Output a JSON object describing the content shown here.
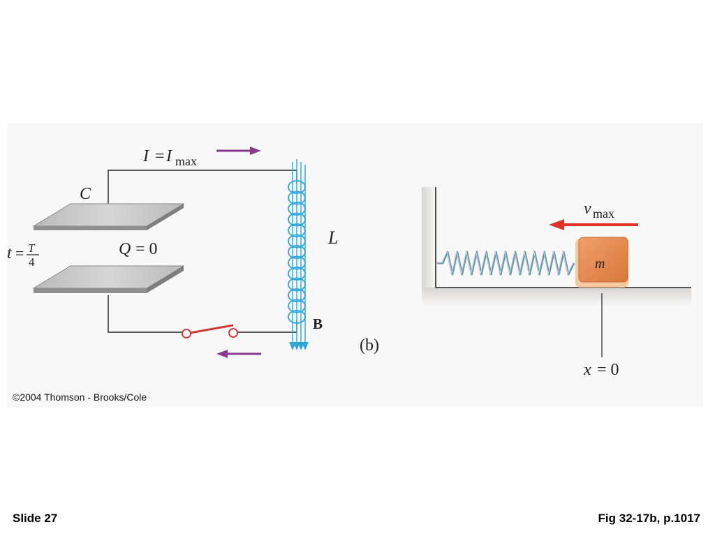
{
  "circuit": {
    "current_label_I": "I",
    "current_label_eq": "=",
    "current_label_Imax": "I",
    "current_label_sub": "max",
    "capacitor_label": "C",
    "time_label_t": "t",
    "time_label_eq": "=",
    "time_label_num": "T",
    "time_label_den": "4",
    "charge_label_Q": "Q",
    "charge_label_rest": " = 0",
    "inductor_label": "L",
    "field_label": "B",
    "part_label": "(b)"
  },
  "spring_system": {
    "velocity_label_v": "v",
    "velocity_label_sub": "max",
    "mass_label": "m",
    "position_label_x": "x",
    "position_label_rest": " = 0"
  },
  "colors": {
    "current_arrow": "#8b3a8f",
    "velocity_arrow": "#e0302a",
    "coil": "#2aa7d8",
    "block": "#e88a4e",
    "switch": "#d03a36",
    "spring": "#6f95a8"
  },
  "copyright": "©2004 Thomson - Brooks/Cole",
  "footer": {
    "slide": "Slide 27",
    "figure_ref": "Fig 32-17b, p.1017"
  }
}
